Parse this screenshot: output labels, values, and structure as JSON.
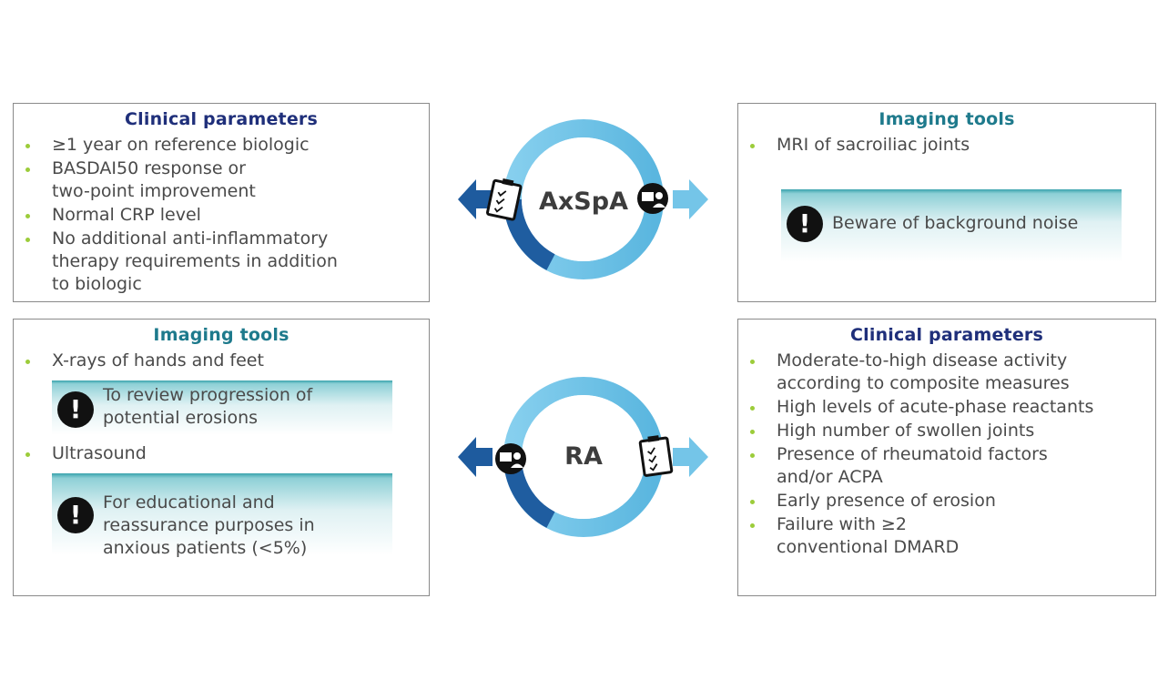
{
  "axspa": {
    "label": "AxSpA",
    "clinical": {
      "title": "Clinical parameters",
      "items": [
        "≥1 year on reference biologic",
        "BASDAI50 response or\ntwo-point improvement",
        "Normal CRP level",
        "No additional anti-inflammatory\ntherapy requirements in addition\nto biologic"
      ]
    },
    "imaging": {
      "title": "Imaging tools",
      "items": [
        "MRI of sacroiliac joints"
      ],
      "note": "Beware of background noise"
    }
  },
  "ra": {
    "label": "RA",
    "imaging": {
      "title": "Imaging tools",
      "item1": "X-rays of hands and feet",
      "note1": "To review progression of\npotential erosions",
      "item2": "Ultrasound",
      "note2": "For educational and\nreassurance purposes in\nanxious patients (<5%)"
    },
    "clinical": {
      "title": "Clinical parameters",
      "items": [
        "Moderate-to-high disease activity\naccording to composite measures",
        "High levels of acute-phase reactants",
        "High number of swollen joints",
        "Presence of rheumatoid factors\nand/or ACPA",
        "Early presence of erosion",
        "Failure with ≥2\nconventional DMARD"
      ]
    }
  },
  "note_icon": "!",
  "colors": {
    "title_navy": "#1f2f7a",
    "title_teal": "#1e7a8c",
    "bullet": "#9ccc3a",
    "ring_light": "#6ec3e6",
    "ring_dark": "#1f5da0",
    "arrow_dark": "#1e5b9e",
    "arrow_light": "#74c5e8"
  },
  "icons": [
    "clipboard-icon",
    "doctor-monitor-icon",
    "exclamation-icon"
  ]
}
